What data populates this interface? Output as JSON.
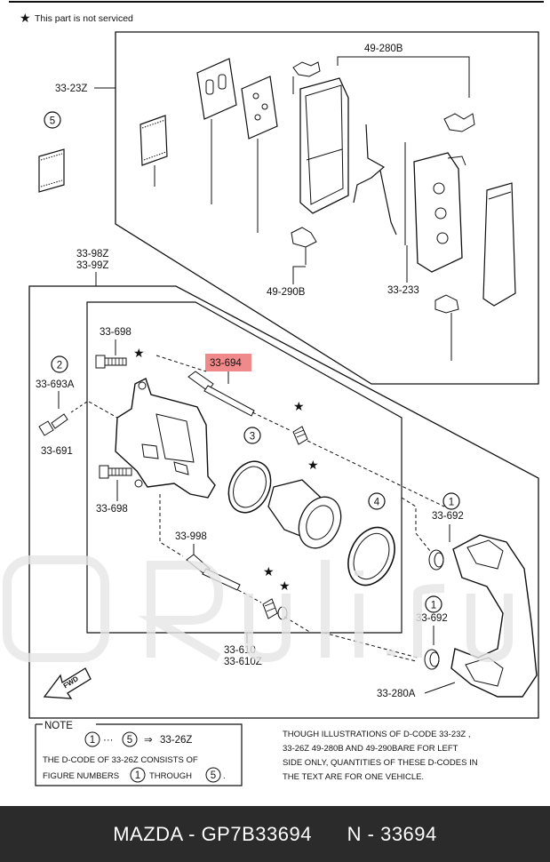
{
  "legend": {
    "star_note": "This part is not serviced"
  },
  "labels": {
    "l_33_23z": "33-23Z",
    "l_49_280b": "49-280B",
    "l_49_290b": "49-290B",
    "l_33_233": "33-233",
    "l_33_98z": "33-98Z",
    "l_33_99z": "33-99Z",
    "l_33_698_top": "33-698",
    "l_33_694": "33-694",
    "l_33_693a": "33-693A",
    "l_33_691": "33-691",
    "l_33_698_bot": "33-698",
    "l_33_692_a": "33-692",
    "l_33_692_b": "33-692",
    "l_33_998": "33-998",
    "l_33_610": "33-610",
    "l_33_610z": "33-610Z",
    "l_33_280a": "33-280A",
    "fwd": "FWD"
  },
  "callouts": {
    "c1": "1",
    "c2": "2",
    "c3": "3",
    "c4": "4",
    "c5": "5"
  },
  "note": {
    "title": "NOTE",
    "line1_mid": "···",
    "line1_arrow": "⇒",
    "line1_code": "33-26Z",
    "line2": "THE D-CODE OF  33-26Z  CONSISTS OF",
    "line3_a": "FIGURE NUMBERS",
    "line3_b": "THROUGH",
    "line3_end": "."
  },
  "disclaimer": [
    "THOUGH ILLUSTRATIONS OF D-CODE 33-23Z ,",
    "33-26Z 49-280B AND 49-290BARE FOR LEFT",
    " SIDE ONLY, QUANTITIES OF THESE D-CODES IN",
    "THE TEXT ARE FOR ONE VEHICLE."
  ],
  "footer": {
    "brand": "MAZDA - GP7B33694",
    "ref": "N - 33694"
  },
  "highlight_color": "#f08a8a",
  "footer_color": "#2b2b2b"
}
